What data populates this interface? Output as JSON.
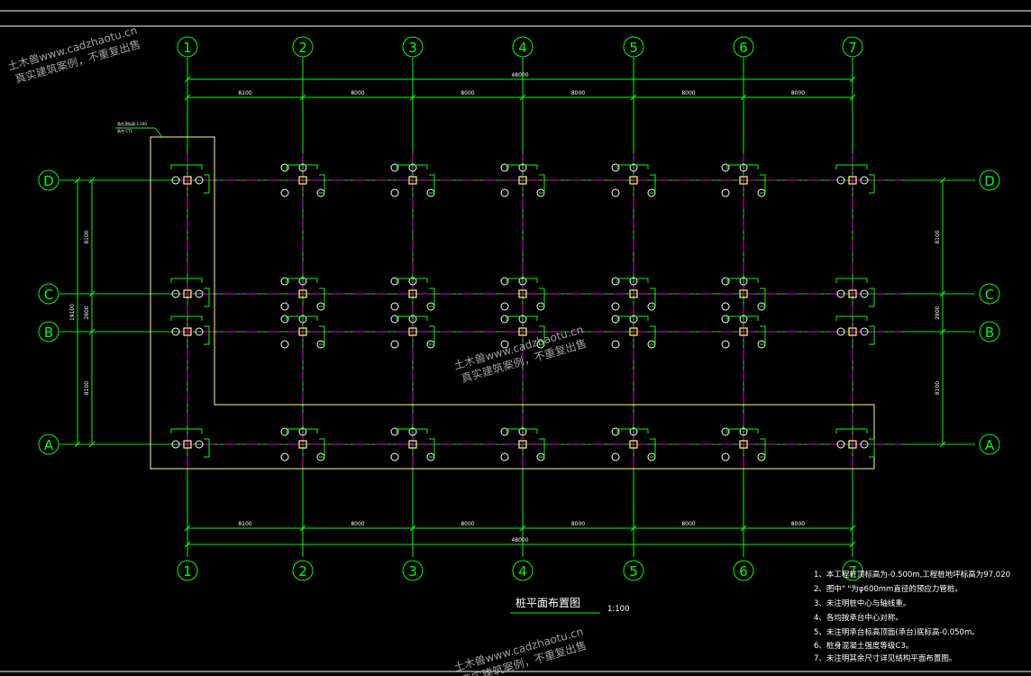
{
  "drawing": {
    "title": "桩平面布置图",
    "scale": "1:100"
  },
  "axes": {
    "columns": [
      "1",
      "2",
      "3",
      "4",
      "5",
      "6",
      "7"
    ],
    "rows": [
      "D",
      "C",
      "B",
      "A"
    ]
  },
  "dimensions": {
    "overall": "48000",
    "spans": [
      "8100",
      "8000",
      "8000",
      "8000",
      "8000",
      "8000"
    ],
    "left_vertical_overall": "19100",
    "left_vertical_spans": [
      "8100",
      "2800",
      "8100"
    ],
    "right_vertical_spans": [
      "8100",
      "2800",
      "8100"
    ]
  },
  "callout": {
    "line1": "承台顶标高-1.100",
    "line2": "承台 CT1"
  },
  "notes": [
    "1、本工程桩顶标高为-0.500m,工程桩地坪标高为97.020",
    "2、图中\"  \"为φ600mm直径的预应力管桩。",
    "3、未注明桩中心与轴线重。",
    "4、各均按承台中心对称。",
    "5、未注明承台标高顶面(承台)底标高-0.050m。",
    "6、桩身混凝土强度等级C3。",
    "7、未注明其余尺寸详见结构平面布置图。"
  ],
  "watermarks": [
    {
      "line1": "土木兽www.cadzhaotu.cn",
      "line2": "真实建筑案例，不重复出售"
    },
    {
      "line1": "土木兽www.cadzhaotu.cn",
      "line2": "真实建筑案例，不重复出售"
    },
    {
      "line1": "土木兽www.cadzhaotu.cn",
      "line2": "真实建筑案例，不重复出售"
    }
  ]
}
